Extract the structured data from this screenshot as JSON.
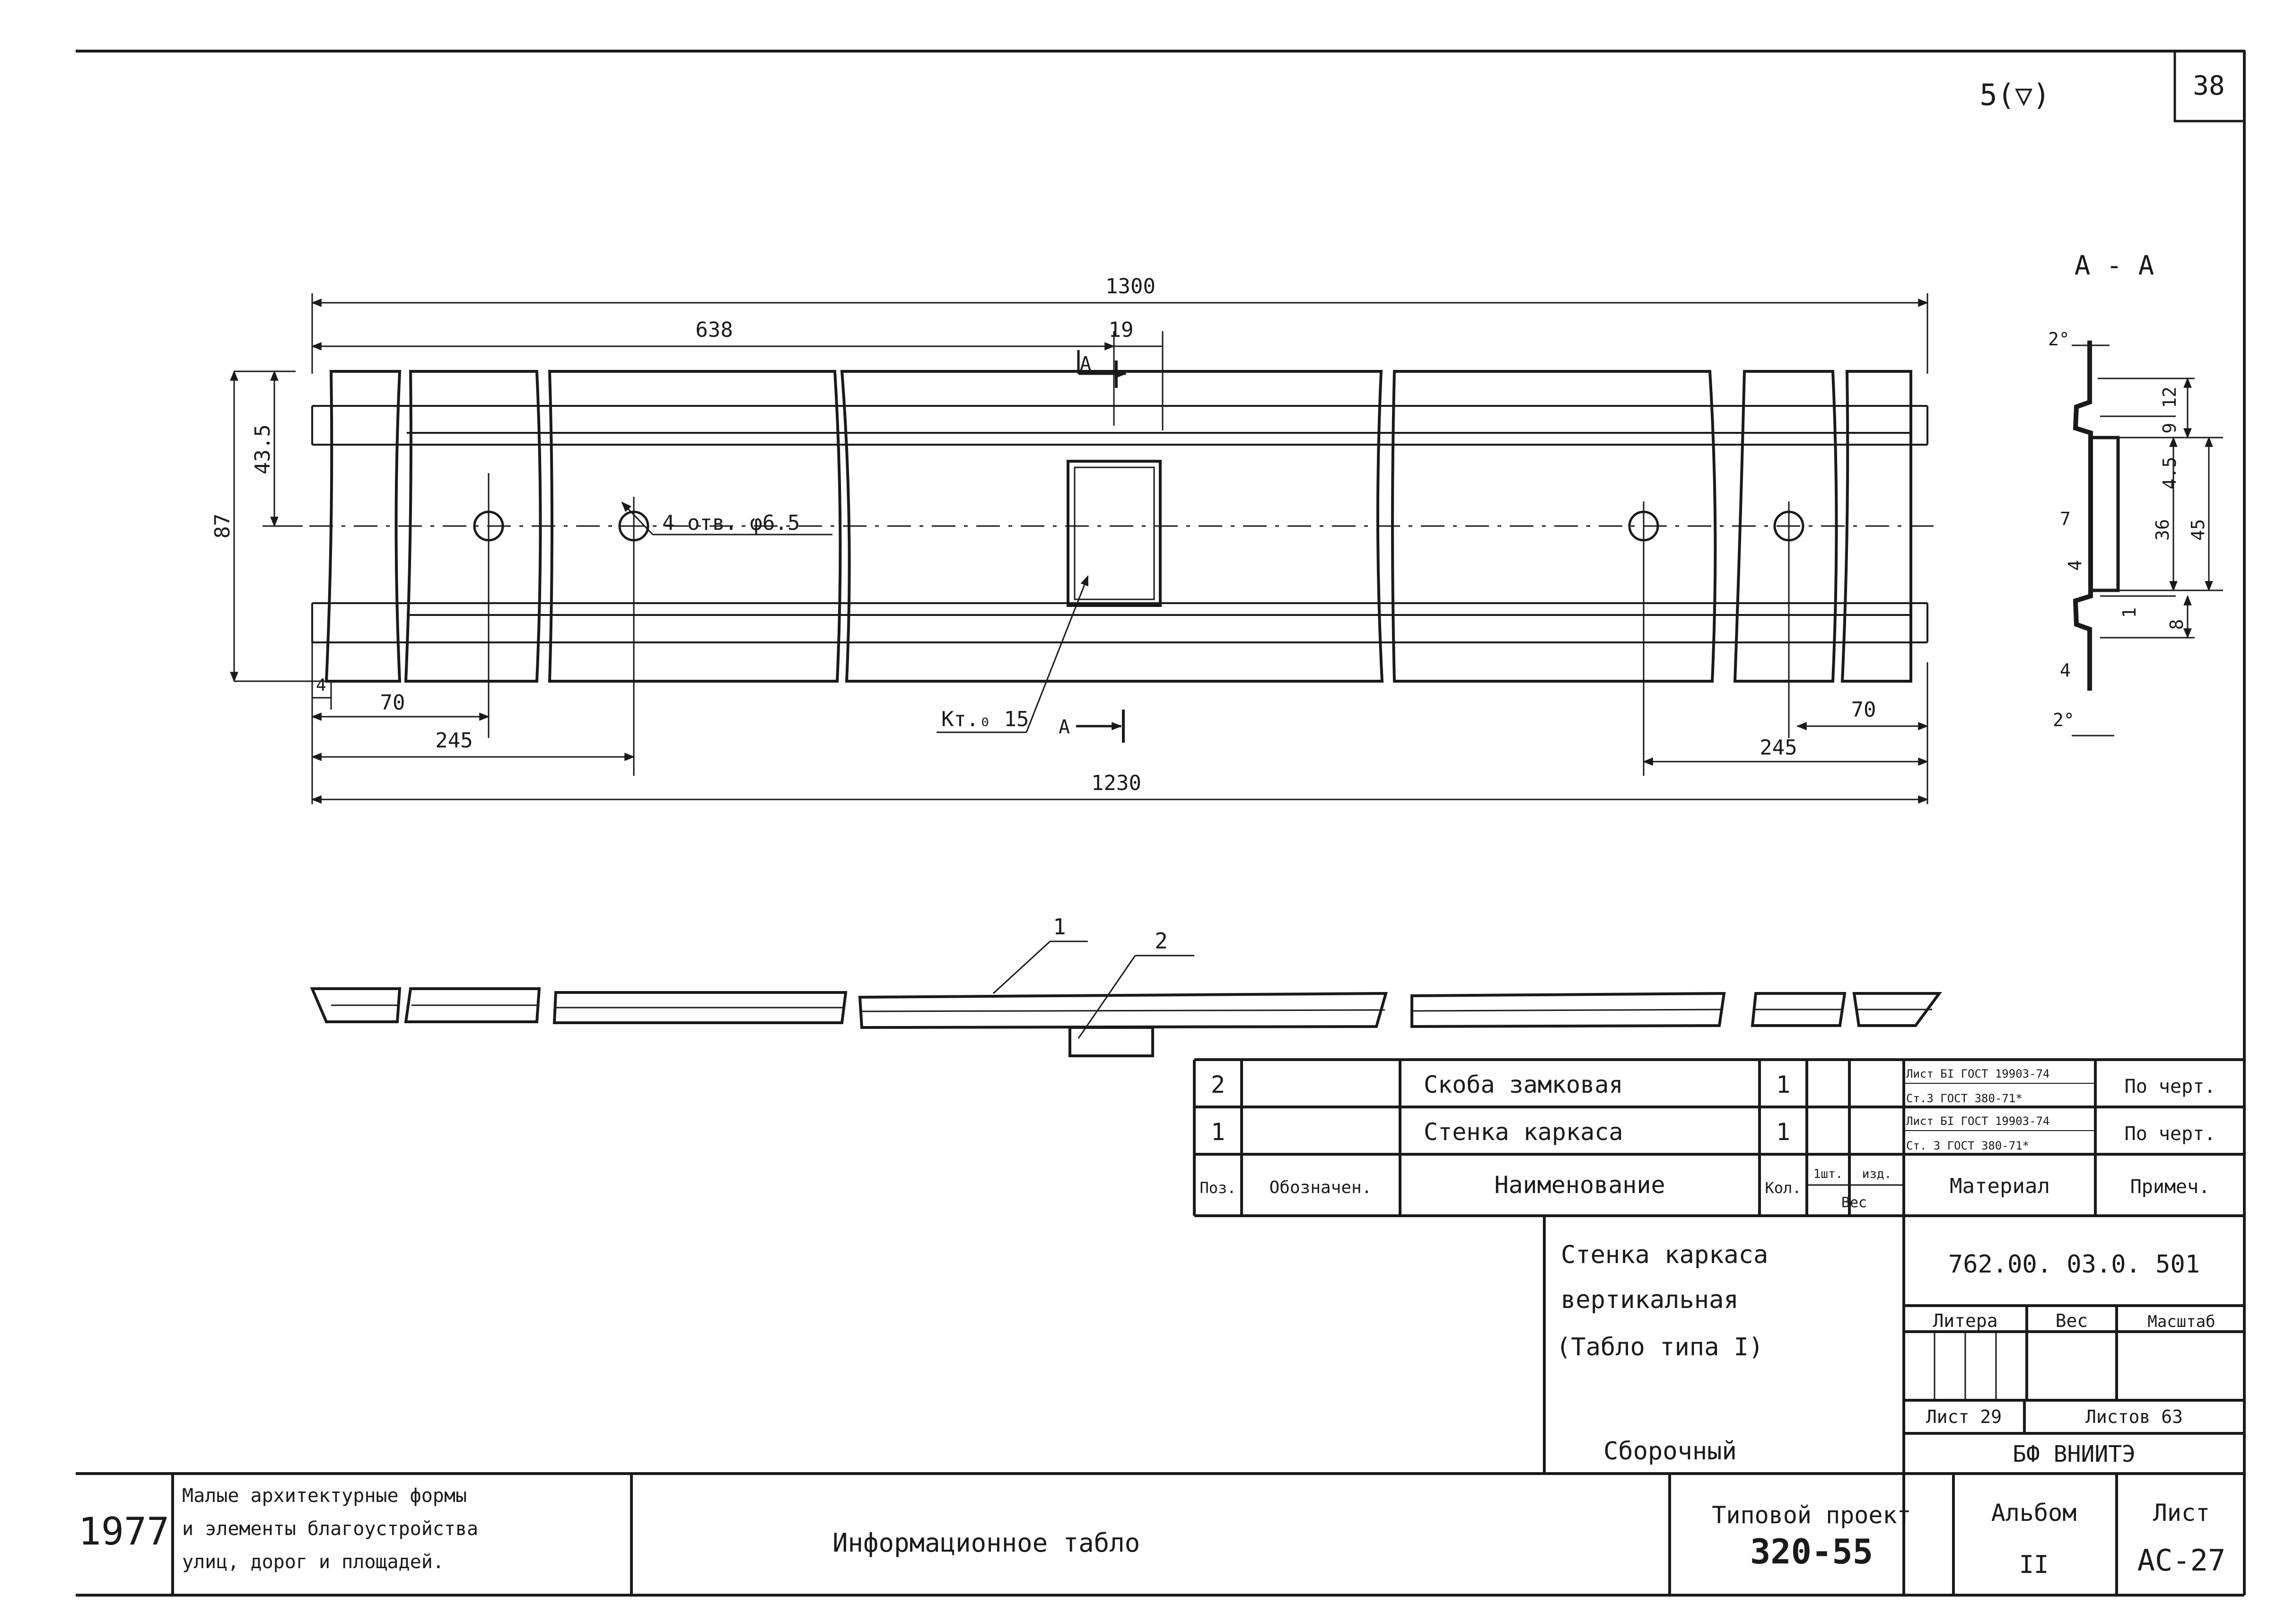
{
  "sheet_corner": "38",
  "roughness_mark": "5(▽)",
  "section": {
    "title": "А - А",
    "dims": {
      "a2_top": "2°",
      "a12": "12",
      "a9": "9",
      "a45s": "4.5",
      "a36": "36",
      "a45": "45",
      "a8": "8",
      "a7": "7",
      "a4s": "4",
      "a1": "1",
      "a4": "4",
      "a2_bot": "2°"
    }
  },
  "front": {
    "dims": {
      "overall_top": "1300",
      "to_center": "638",
      "cut_width": "19",
      "half_height": "43.5",
      "height": "87",
      "edge_gap": "4",
      "left_70": "70",
      "left_245": "245",
      "right_70": "70",
      "right_245": "245",
      "bottom": "1230"
    },
    "holes_note": "4 отв. φ6.5",
    "weld_note": "Кт.₀ 15",
    "cut_mark": "А",
    "cut_mark_bottom": "А"
  },
  "elevation": {
    "pos1": "1",
    "pos2": "2"
  },
  "spec": {
    "rows": [
      {
        "pos": "2",
        "designation": "",
        "name": "Скоба замковая",
        "qty": "1",
        "mat1": "Лист БI ГОСТ 19903-74",
        "mat2": "Ст.3 ГОСТ 380-71*",
        "note": "По черт."
      },
      {
        "pos": "1",
        "designation": "",
        "name": "Стенка каркаса",
        "qty": "1",
        "mat1": "Лист БI ГОСТ 19903-74",
        "mat2": "Ст. 3 ГОСТ 380-71*",
        "note": "По черт."
      }
    ],
    "headers": {
      "pos": "Поз.",
      "designation": "Обозначен.",
      "name": "Наименование",
      "qty": "Кол.",
      "weight_unit": "1шт.",
      "weight_prod": "изд.",
      "weight": "Вес",
      "material": "Материал",
      "note": "Примеч."
    }
  },
  "title_block": {
    "part_name_1": "Стенка  каркаса",
    "part_name_2": "вертикальная",
    "part_name_3": "(Табло  типа I)",
    "doc_type": "Сборочный",
    "designation": "762.00. 03.0. 501",
    "litera": "Литера",
    "weight": "Вес",
    "scale": "Масштаб",
    "sheet": "Лист 29",
    "sheets": "Листов 63",
    "org": "БФ   ВНИИТЭ",
    "year": "1977",
    "project_desc_1": "Малые архитектурные формы",
    "project_desc_2": "и элементы благоустройства",
    "project_desc_3": "улиц, дорог и площадей.",
    "object_name": "Информационное табло",
    "typical_project": "Типовой проект",
    "project_no": "320-55",
    "album_label": "Альбом",
    "album_no": "II",
    "sheet_label": "Лист",
    "sheet_no": "АС-27"
  }
}
